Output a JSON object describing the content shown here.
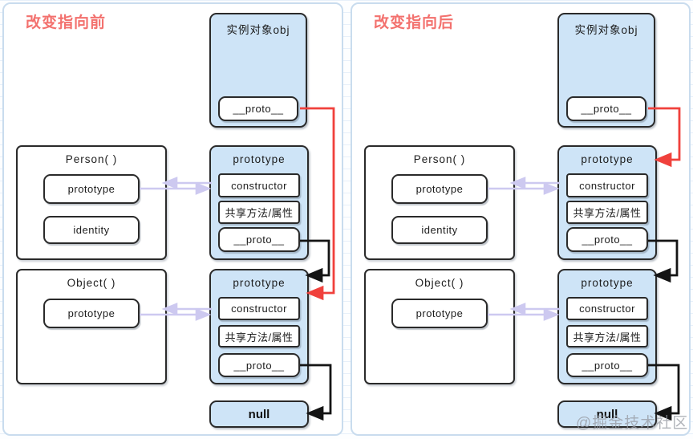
{
  "page": {
    "watermark": "@掘金技术社区"
  },
  "colors": {
    "title_red": "#f3716e",
    "arrow_red": "#f0413c",
    "arrow_black": "#141414",
    "arrow_lavender": "#cdc9f0",
    "box_blue_fill": "#cee4f7",
    "panel_border": "#c9dcee"
  },
  "panels": [
    {
      "title": "改变指向前",
      "instance": {
        "title": "实例对象obj",
        "proto": "__proto__"
      },
      "person": {
        "title": "Person( )",
        "prototype": "prototype",
        "identity": "identity"
      },
      "person_proto": {
        "title": "prototype",
        "ctor": "constructor",
        "shared": "共享方法/属性",
        "proto": "__proto__"
      },
      "object": {
        "title": "Object( )",
        "prototype": "prototype"
      },
      "object_proto": {
        "title": "prototype",
        "ctor": "constructor",
        "shared": "共享方法/属性",
        "proto": "__proto__"
      },
      "null_box": {
        "label": "null"
      }
    },
    {
      "title": "改变指向后",
      "instance": {
        "title": "实例对象obj",
        "proto": "__proto__"
      },
      "person": {
        "title": "Person( )",
        "prototype": "prototype",
        "identity": "identity"
      },
      "person_proto": {
        "title": "prototype",
        "ctor": "constructor",
        "shared": "共享方法/属性",
        "proto": "__proto__"
      },
      "object": {
        "title": "Object( )",
        "prototype": "prototype"
      },
      "object_proto": {
        "title": "prototype",
        "ctor": "constructor",
        "shared": "共享方法/属性",
        "proto": "__proto__"
      },
      "null_box": {
        "label": "null"
      }
    }
  ]
}
